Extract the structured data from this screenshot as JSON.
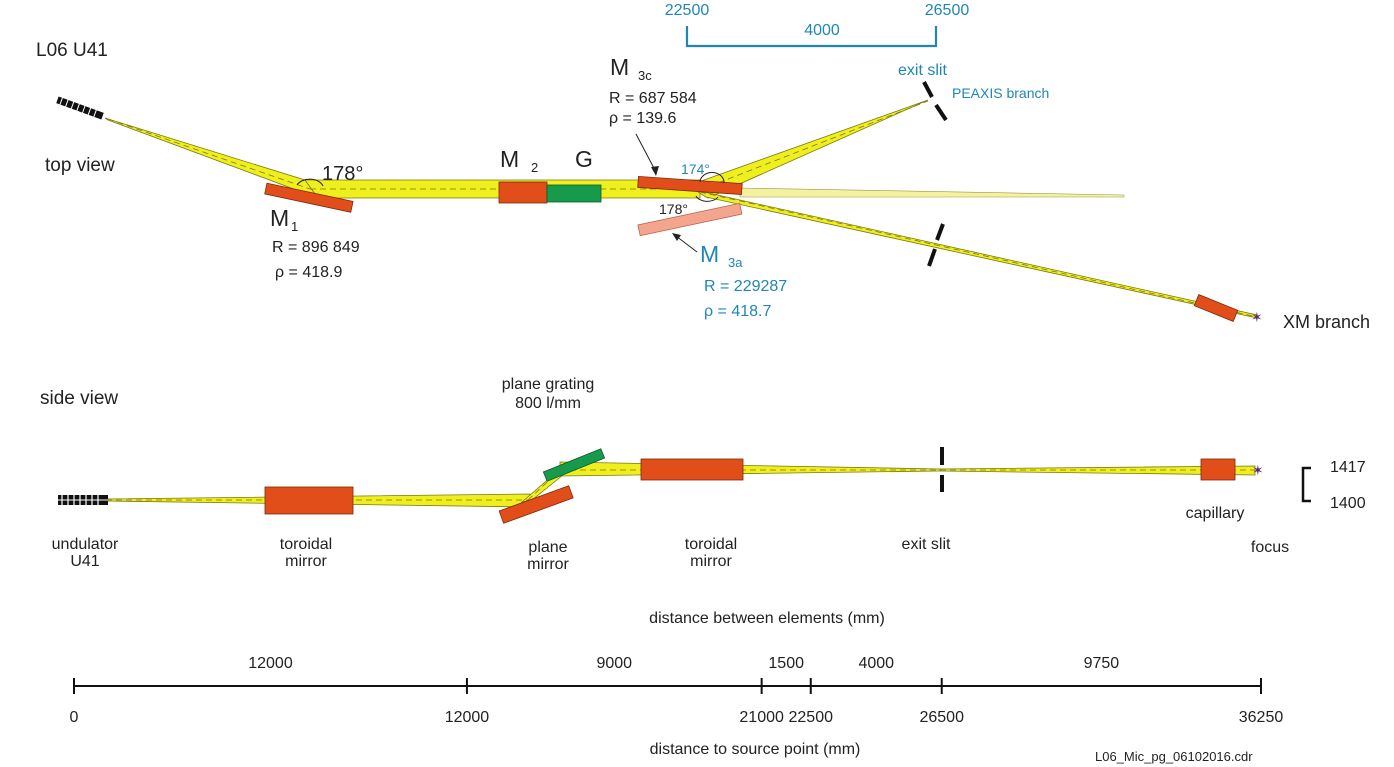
{
  "colors": {
    "beam": "#f0ef1e",
    "beam_edge": "#7a7a10",
    "mirror": "#e24e1a",
    "mirror_light": "#f3a58e",
    "grating": "#179a4c",
    "text": "#222222",
    "accent_blue": "#1f86b8"
  },
  "title": "L06  U41",
  "file_label": "L06_Mic_pg_06102016.cdr",
  "top_view": {
    "label": "top view",
    "m1": {
      "name": "M",
      "sub": "1",
      "r": "R = 896 849",
      "rho": "ρ = 418.9",
      "angle": "178°"
    },
    "m2": {
      "name": "M",
      "sub": "2"
    },
    "grating": {
      "name": "G"
    },
    "m3c": {
      "name": "M",
      "sub": "3c",
      "r": "R = 687 584",
      "rho": "ρ = 139.6",
      "angle_a": "174°",
      "angle_b": "178°"
    },
    "m3a": {
      "name": "M",
      "sub": "3a",
      "r": "R = 229287",
      "rho": "ρ = 418.7"
    },
    "exit_slit": "exit slit",
    "peaxis_branch": "PEAXIS branch",
    "xm_branch": "XM branch",
    "scale": {
      "left": "22500",
      "right": "26500",
      "span": "4000"
    }
  },
  "side_view": {
    "label": "side view",
    "grating_label_1": "plane grating",
    "grating_label_2": "800 l/mm",
    "undulator_1": "undulator",
    "undulator_2": "U41",
    "toroidal1_1": "toroidal",
    "toroidal1_2": "mirror",
    "plane_mirror_1": "plane",
    "plane_mirror_2": "mirror",
    "toroidal2_1": "toroidal",
    "toroidal2_2": "mirror",
    "exit_slit": "exit slit",
    "capillary": "capillary",
    "focus": "focus",
    "height_top": "1417",
    "height_bottom": "1400"
  },
  "distance_axis": {
    "elements_title": "distance between elements (mm)",
    "source_title": "distance to source point  (mm)",
    "spans": [
      {
        "label": "12000",
        "from": 0,
        "to": 12000
      },
      {
        "label": "9000",
        "from": 12000,
        "to": 21000
      },
      {
        "label": "1500",
        "from": 21000,
        "to": 22500
      },
      {
        "label": "4000",
        "from": 22500,
        "to": 26500
      },
      {
        "label": "9750",
        "from": 26500,
        "to": 36250
      }
    ],
    "ticks": [
      {
        "label": "0",
        "value": 0
      },
      {
        "label": "12000",
        "value": 12000
      },
      {
        "label": "21000",
        "value": 21000
      },
      {
        "label": "22500",
        "value": 22500
      },
      {
        "label": "26500",
        "value": 26500
      },
      {
        "label": "36250",
        "value": 36250
      }
    ],
    "min": 0,
    "max": 36250
  }
}
